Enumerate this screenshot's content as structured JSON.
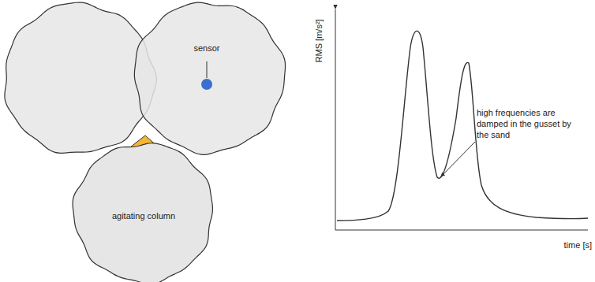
{
  "diagram": {
    "nodes": [
      {
        "text": [
          "agitating column"
        ]
      }
    ],
    "labels": [
      "sensor",
      "RMS [m/s²]",
      "time [s]",
      "high frequencies are damped in the gusset by the sand"
    ]
  }
}
